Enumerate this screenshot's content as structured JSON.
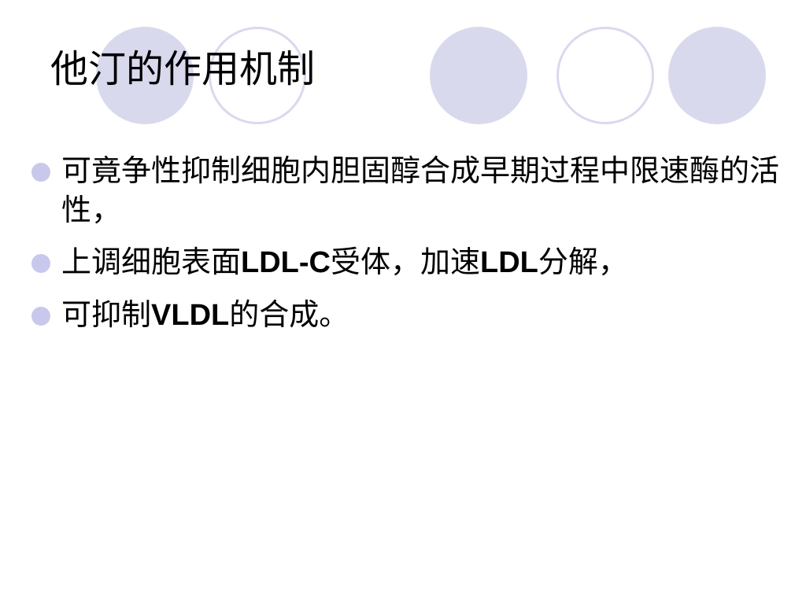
{
  "slide": {
    "title": "他汀的作用机制",
    "accent_color": "#d9d9ee",
    "bullet_icon": "circle-bullet-icon",
    "bullets": [
      {
        "segments": [
          {
            "text": "可竟争性抑制细胞内胆固醇合成早期过程中限速酶的活性，",
            "bold": false
          }
        ]
      },
      {
        "segments": [
          {
            "text": "上调细胞表面",
            "bold": false
          },
          {
            "text": "LDL-C",
            "bold": true
          },
          {
            "text": "受体，加速",
            "bold": false
          },
          {
            "text": "LDL",
            "bold": true
          },
          {
            "text": "分解，",
            "bold": false
          }
        ]
      },
      {
        "segments": [
          {
            "text": "可抑制",
            "bold": false
          },
          {
            "text": "VLDL",
            "bold": true
          },
          {
            "text": "的合成。",
            "bold": false
          }
        ]
      }
    ]
  }
}
